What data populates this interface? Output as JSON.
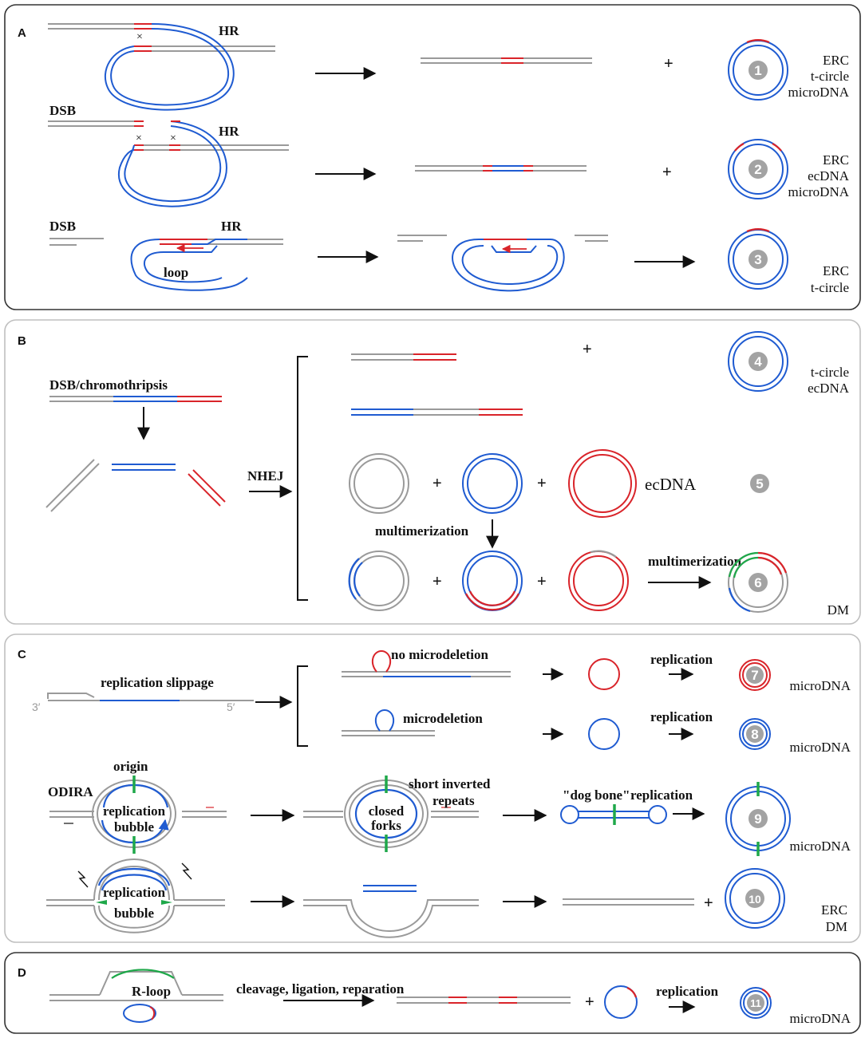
{
  "panels": {
    "A": {
      "letter": "A",
      "hr_label": "HR",
      "dsb_label": "DSB",
      "loop_label": "loop",
      "row1_types": [
        "ERC",
        "t-circle",
        "microDNA"
      ],
      "row2_types": [
        "ERC",
        "ecDNA",
        "microDNA"
      ],
      "row3_types": [
        "ERC",
        "t-circle"
      ],
      "numbers": [
        "1",
        "2",
        "3"
      ]
    },
    "B": {
      "letter": "B",
      "dsb_label": "DSB/chromothripsis",
      "nhej_label": "NHEJ",
      "ecdna_label": "ecDNA",
      "multimerization_label": "multimerization",
      "types_4": [
        "t-circle",
        "ecDNA"
      ],
      "dm_label": "DM",
      "numbers": [
        "4",
        "5",
        "6"
      ]
    },
    "C": {
      "letter": "C",
      "slippage_label": "replication slippage",
      "prime3": "3′",
      "prime5": "5′",
      "no_microdeletion": "no microdeletion",
      "microdeletion": "microdeletion",
      "replication": "replication",
      "microdna": "microDNA",
      "origin": "origin",
      "odira": "ODIRA",
      "replication_word": "replication",
      "bubble_word": "bubble",
      "closed_word": "closed",
      "forks_word": "forks",
      "short_inverted": "short inverted",
      "repeats": "repeats",
      "dog_bone": "\"dog bone\"",
      "types_10": [
        "ERC",
        "DM"
      ],
      "numbers": [
        "7",
        "8",
        "9",
        "10"
      ]
    },
    "D": {
      "letter": "D",
      "rloop": "R-loop",
      "cleavage": "cleavage, ligation, reparation",
      "replication": "replication",
      "microdna": "microDNA",
      "number": "11"
    }
  },
  "colors": {
    "gray": "#9a9a9a",
    "blue": "#1f5bd1",
    "red": "#d9242a",
    "green": "#1fa84a",
    "badge": "#a3a3a3",
    "border": "#bfbfbf"
  }
}
